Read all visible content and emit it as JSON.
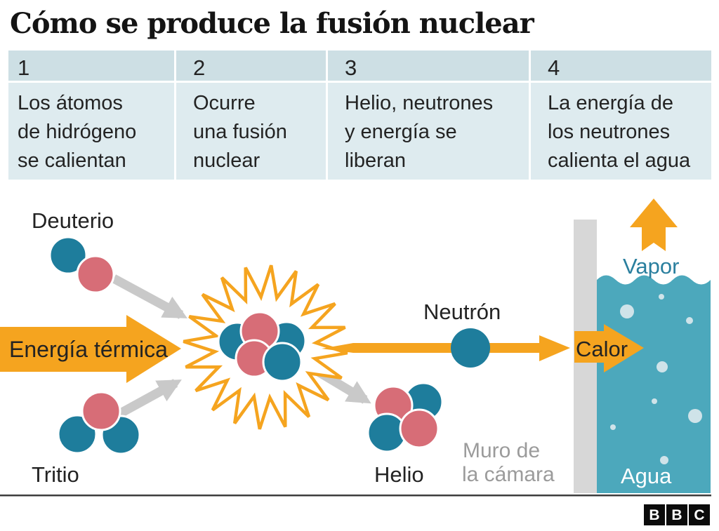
{
  "title": "Cómo se produce la fusión nuclear",
  "steps": [
    {
      "number": "1",
      "text": "Los átomos\nde hidrógeno\nse calientan"
    },
    {
      "number": "2",
      "text": "Ocurre\nuna fusión\nnuclear"
    },
    {
      "number": "3",
      "text": "Helio, neutrones\ny energía se\nliberan"
    },
    {
      "number": "4",
      "text": "La energía de\nlos neutrones\ncalienta el agua"
    }
  ],
  "diagram": {
    "labels": {
      "deuterio": "Deuterio",
      "tritio": "Tritio",
      "energia_termica": "Energía térmica",
      "neutron": "Neutrón",
      "helio": "Helio",
      "calor": "Calor",
      "vapor": "Vapor",
      "agua": "Agua",
      "muro_line1": "Muro de",
      "muro_line2": "la cámara"
    }
  },
  "footer": {
    "logo_letters": [
      "B",
      "B",
      "C"
    ]
  },
  "colors": {
    "orange": "#F5A41F",
    "proton_red": "#D76D77",
    "neutron_blue": "#1E7D9C",
    "water": "#4CA8BC",
    "bubble": "#CFE3E9",
    "wall": "#D7D7D7",
    "gray_arrow": "#C9C9C9",
    "table_header_bg": "#CDDFE4",
    "table_body_bg": "#DEEBEF",
    "ink": "#232323",
    "muro_text": "#9B9B9B",
    "vapor_text": "#2A7F9E",
    "title_ink": "#141414",
    "rule": "#3D3D3D"
  }
}
